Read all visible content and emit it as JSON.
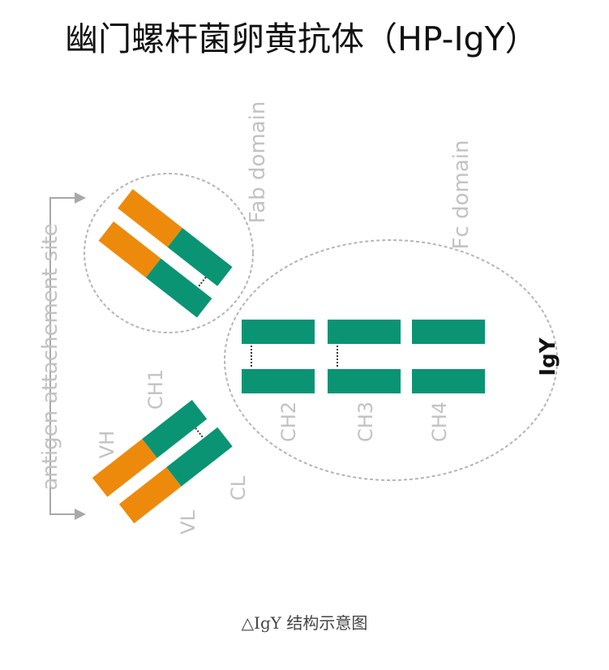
{
  "title": "幽门螺杆菌卵黄抗体（HP-IgY）",
  "caption": "△IgY 结构示意图",
  "labels": {
    "antigen_site": "antigen attachement site",
    "fab_domain": "Fab domain",
    "fc_domain": "Fc domain",
    "igy": "IgY",
    "vh": "VH",
    "vl": "VL",
    "ch1": "CH1",
    "cl": "CL",
    "ch2": "CH2",
    "ch3": "CH3",
    "ch4": "CH4"
  },
  "colors": {
    "variable": "#ee8a0b",
    "constant": "#0a9474",
    "outline": "#b5b5b5",
    "arrow": "#a8a8a8"
  }
}
